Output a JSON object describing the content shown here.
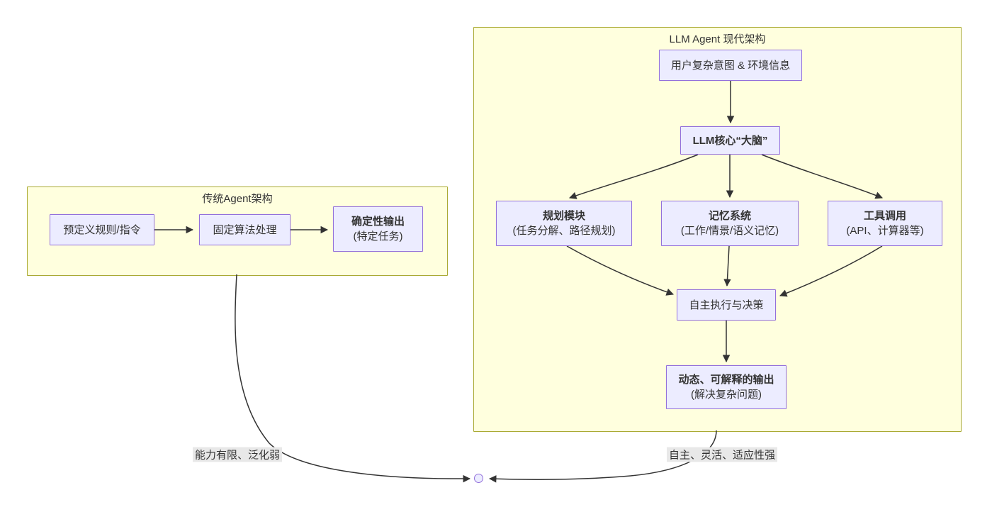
{
  "diagram": {
    "traditional": {
      "title": "传统Agent架构",
      "nodes": {
        "rules": "预定义规则/指令",
        "algorithm": "固定算法处理",
        "output_title": "确定性输出",
        "output_sub": "(特定任务)"
      }
    },
    "llm": {
      "title": "LLM Agent 现代架构",
      "nodes": {
        "input": "用户复杂意图 & 环境信息",
        "core": "LLM核心“大脑”",
        "planning_title": "规划模块",
        "planning_sub": "(任务分解、路径规划)",
        "memory_title": "记忆系统",
        "memory_sub": "(工作/情景/语义记忆)",
        "tools_title": "工具调用",
        "tools_sub": "(API、计算器等)",
        "execution": "自主执行与决策",
        "final_title": "动态、可解释的输出",
        "final_sub": "(解决复杂问题)"
      }
    },
    "edge_labels": {
      "left": "能力有限、泛化弱",
      "right": "自主、灵活、适应性强"
    }
  },
  "colors": {
    "node_fill": "#ECECFF",
    "node_border": "#9370DB",
    "subgraph_fill": "#ffffde",
    "subgraph_border": "#aaaa33",
    "edge_color": "#333333",
    "edge_label_bg": "#e8e8e8"
  }
}
